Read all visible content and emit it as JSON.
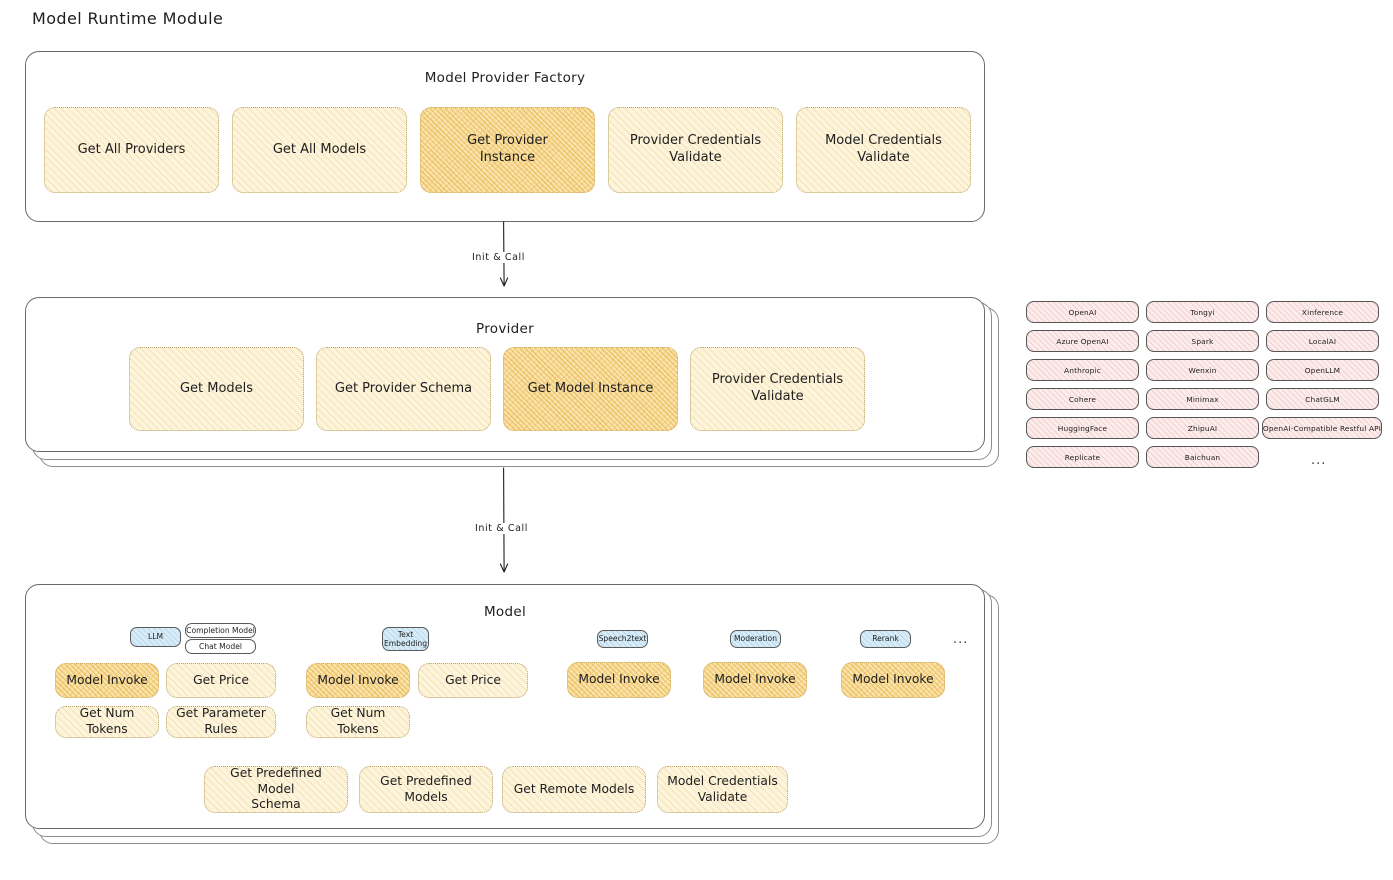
{
  "page": {
    "title": "Model Runtime Module"
  },
  "factory": {
    "title": "Model Provider Factory",
    "nodes": [
      {
        "label": "Get All Providers",
        "highlighted": false
      },
      {
        "label": "Get All Models",
        "highlighted": false
      },
      {
        "label": "Get Provider\nInstance",
        "highlighted": true
      },
      {
        "label": "Provider Credentials\nValidate",
        "highlighted": false
      },
      {
        "label": "Model Credentials\nValidate",
        "highlighted": false
      }
    ]
  },
  "arrows": [
    {
      "label": "Init & Call"
    },
    {
      "label": "Init & Call"
    }
  ],
  "provider": {
    "title": "Provider",
    "nodes": [
      {
        "label": "Get Models",
        "highlighted": false
      },
      {
        "label": "Get Provider Schema",
        "highlighted": false
      },
      {
        "label": "Get Model Instance",
        "highlighted": true
      },
      {
        "label": "Provider Credentials\nValidate",
        "highlighted": false
      }
    ]
  },
  "provider_list": {
    "columns": [
      [
        "OpenAI",
        "Azure OpenAI",
        "Anthropic",
        "Cohere",
        "HuggingFace",
        "Replicate"
      ],
      [
        "Tongyi",
        "Spark",
        "Wenxin",
        "Minimax",
        "ZhipuAI",
        "Baichuan"
      ],
      [
        "Xinference",
        "LocalAI",
        "OpenLLM",
        "ChatGLM",
        "OpenAI-Compatible Restful API"
      ]
    ],
    "more": "..."
  },
  "model": {
    "title": "Model",
    "more": "...",
    "types": [
      {
        "badge": "LLM",
        "sub_badges": [
          "Completion Model",
          "Chat Model"
        ],
        "methods": [
          "Model Invoke",
          "Get Price",
          "Get Num Tokens",
          "Get Parameter\nRules"
        ]
      },
      {
        "badge": "Text\nEmbedding",
        "sub_badges": [],
        "methods": [
          "Model Invoke",
          "Get Price",
          "Get Num Tokens"
        ]
      },
      {
        "badge": "Speech2text",
        "sub_badges": [],
        "methods": [
          "Model Invoke"
        ]
      },
      {
        "badge": "Moderation",
        "sub_badges": [],
        "methods": [
          "Model Invoke"
        ]
      },
      {
        "badge": "Rerank",
        "sub_badges": [],
        "methods": [
          "Model Invoke"
        ]
      }
    ],
    "shared_methods": [
      "Get Predefined Model\nSchema",
      "Get Predefined\nModels",
      "Get Remote Models",
      "Model Credentials\nValidate"
    ]
  },
  "colors": {
    "node_fill": "#fdf4dd",
    "node_fill_highlight": "#fbe3ad",
    "provider_chip_fill": "#fceded",
    "badge_fill": "#d8ecf8",
    "stroke": "#1e1e1e"
  }
}
